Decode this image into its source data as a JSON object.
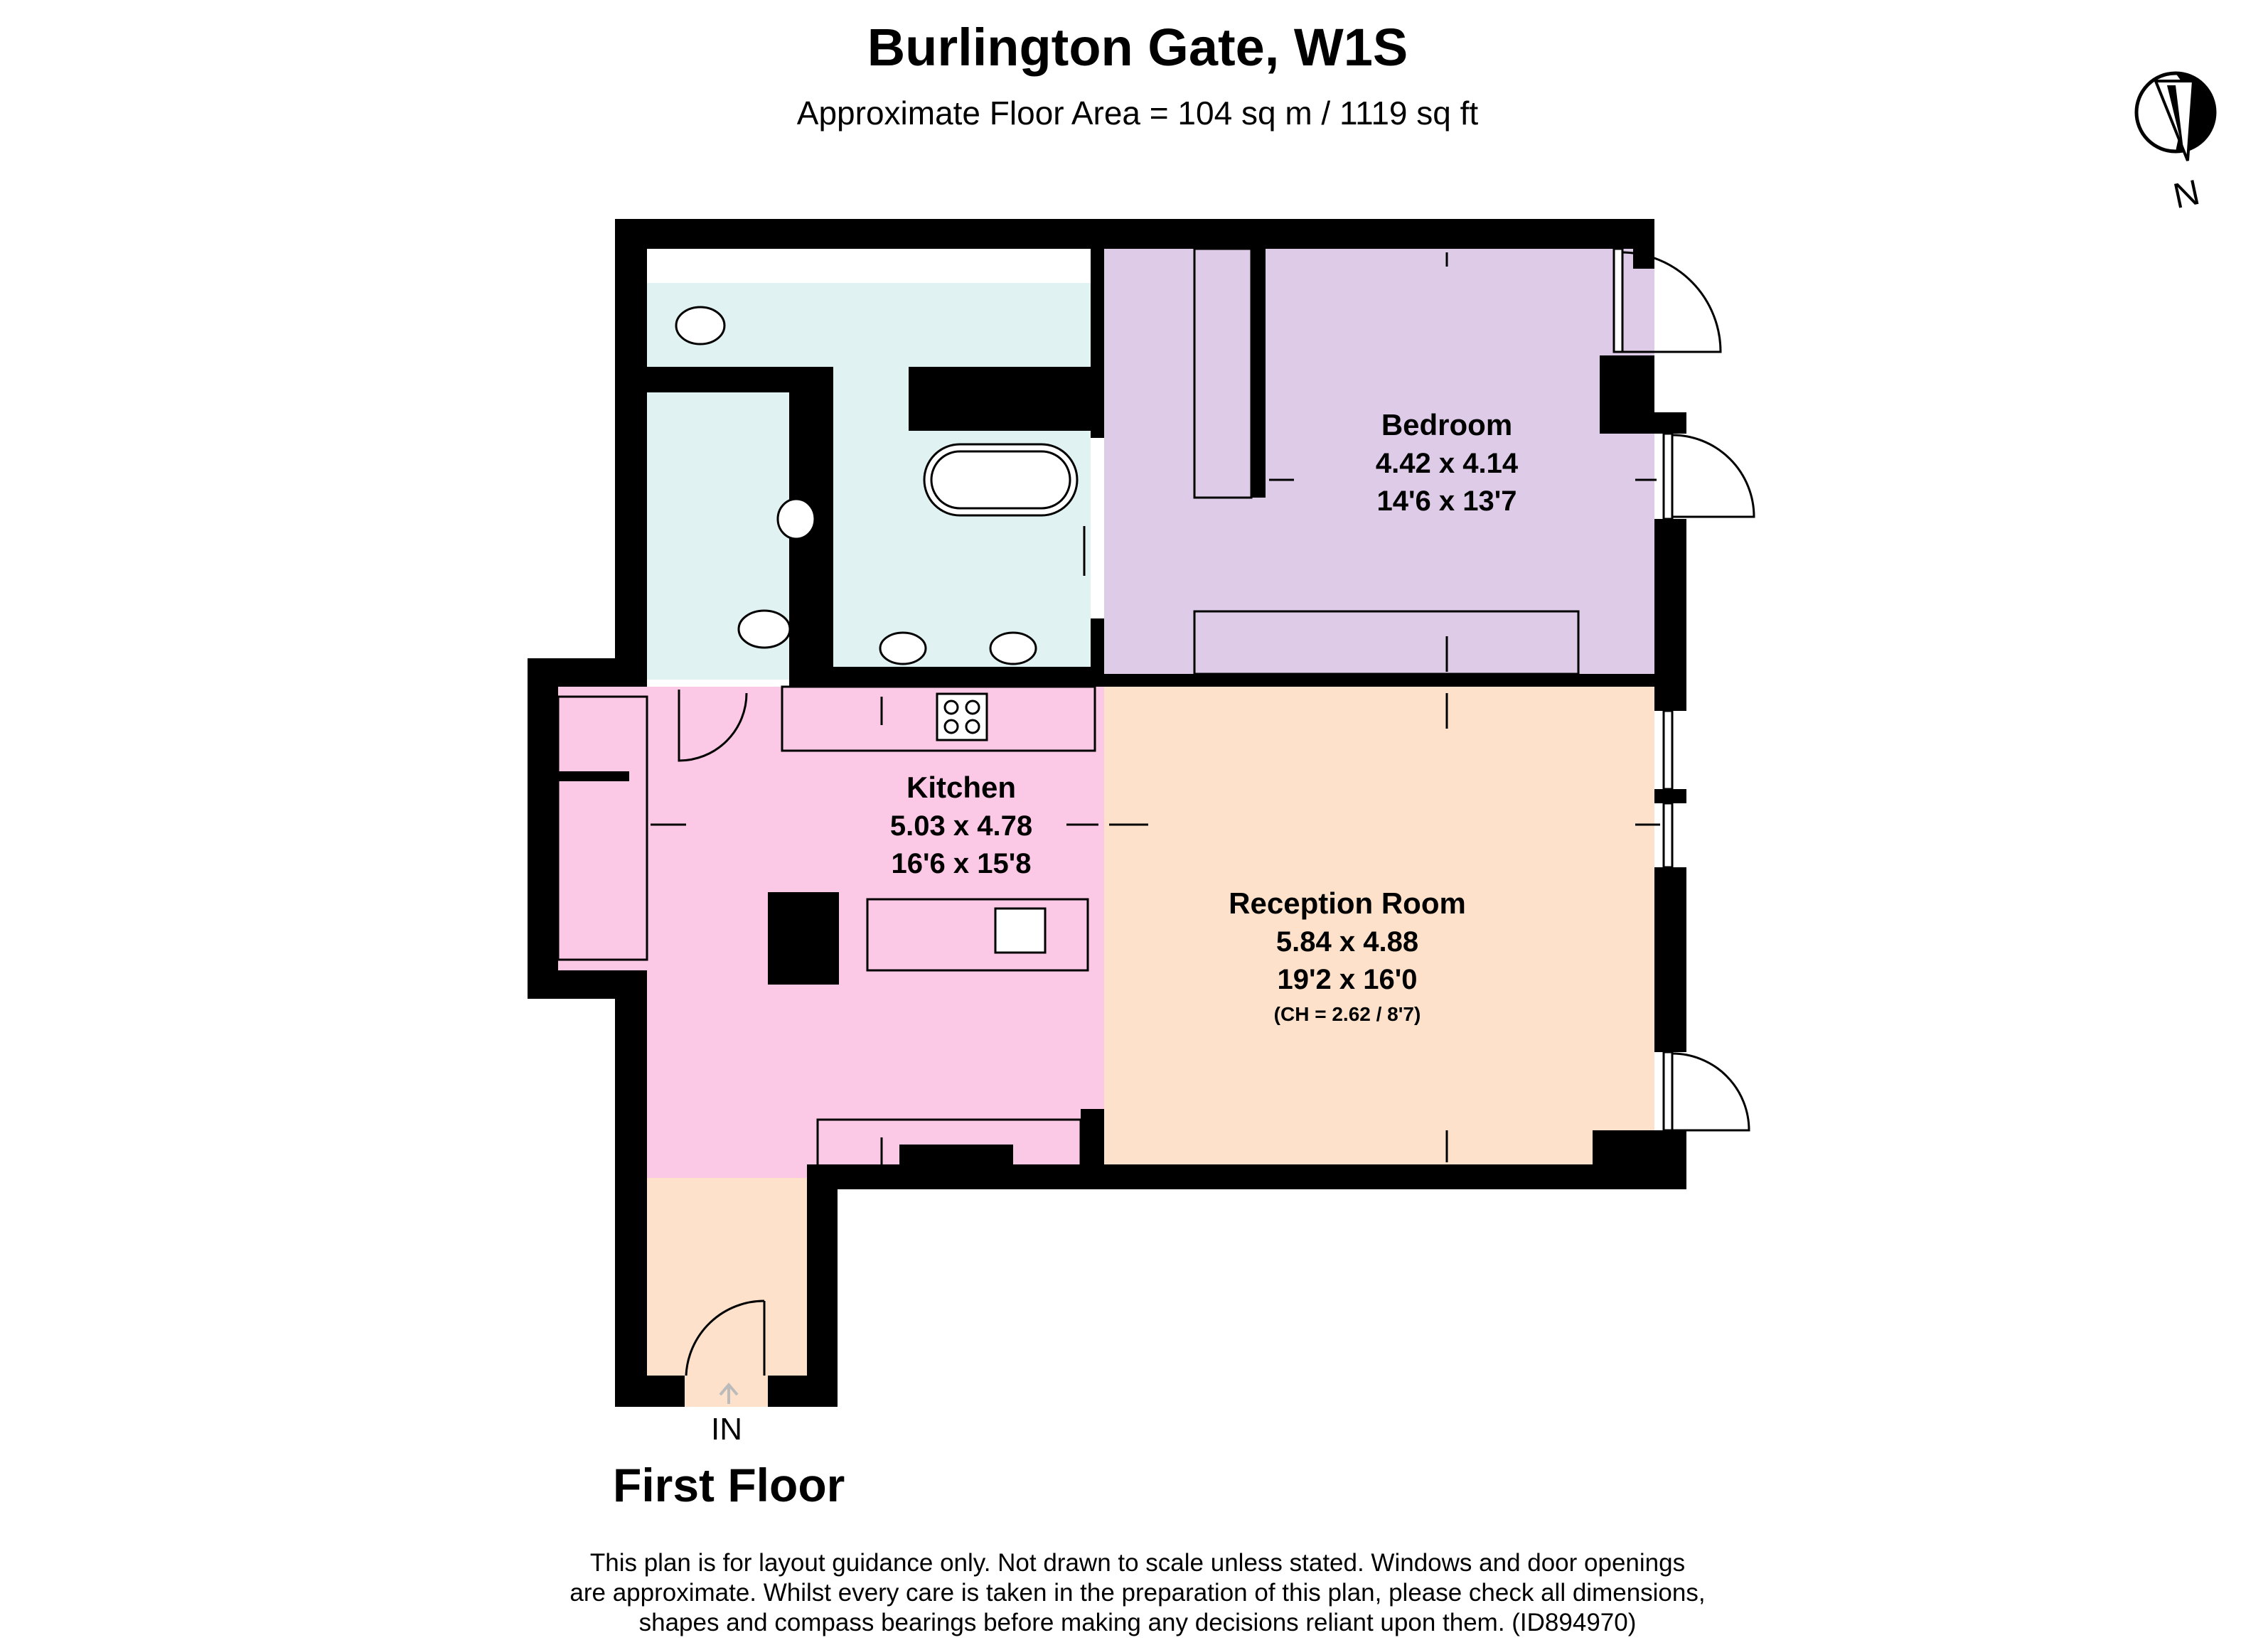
{
  "header": {
    "title": "Burlington Gate, W1S",
    "subtitle": "Approximate Floor Area = 104 sq m / 1119 sq ft"
  },
  "compass": {
    "letter": "N"
  },
  "rooms": {
    "bedroom": {
      "name": "Bedroom",
      "metric": "4.42 x 4.14",
      "imperial": "14'6 x 13'7",
      "color": "#decbe7"
    },
    "kitchen": {
      "name": "Kitchen",
      "metric": "5.03 x 4.78",
      "imperial": "16'6 x 15'8",
      "color": "#fbc8e6"
    },
    "reception": {
      "name": "Reception Room",
      "metric": "5.84 x 4.88",
      "imperial": "19'2 x 16'0",
      "ceiling": "(CH = 2.62 / 8'7)",
      "color": "#fde1ca"
    },
    "bathroom": {
      "color": "#e0f2f1"
    },
    "hallway": {
      "color": "#fde1ca"
    }
  },
  "entry": {
    "label": "IN"
  },
  "floor": {
    "label": "First Floor"
  },
  "disclaimer": {
    "line1": "This plan is for layout guidance only. Not drawn to scale unless stated. Windows and door openings",
    "line2": "are approximate. Whilst every care is taken in the preparation of this plan, please check all dimensions,",
    "line3": "shapes and compass bearings before making any decisions reliant upon them. (ID894970)"
  }
}
